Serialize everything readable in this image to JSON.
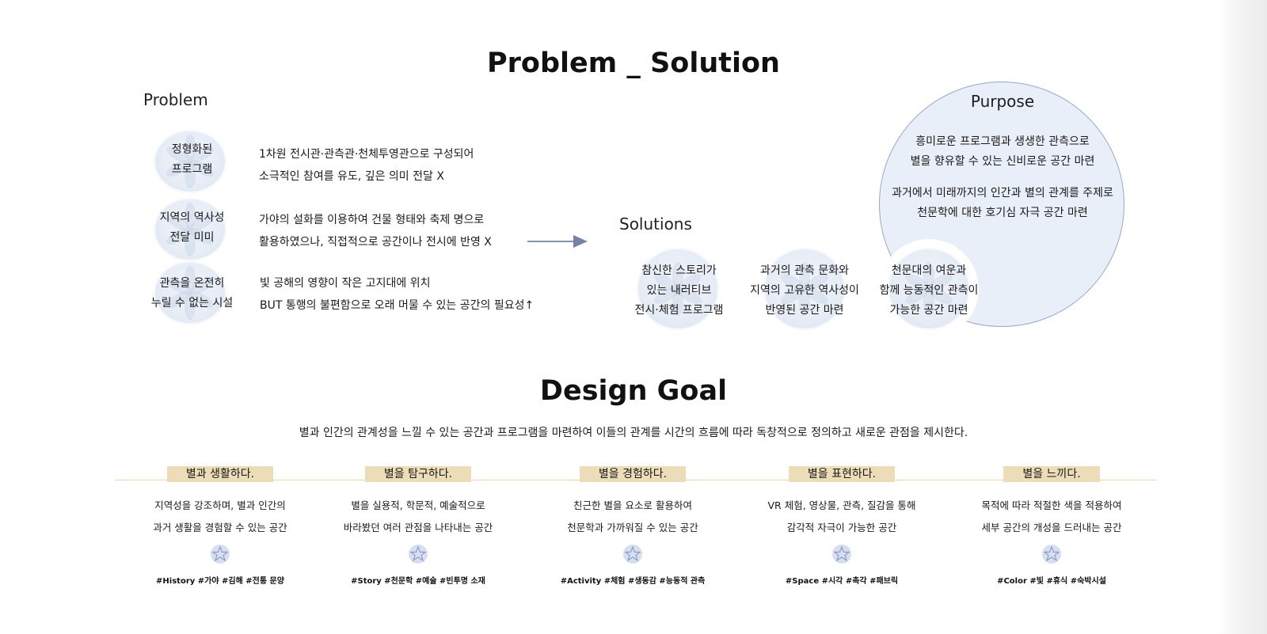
{
  "problem_solution": {
    "title": "Problem _ Solution",
    "problem_label": "Problem",
    "problems": [
      {
        "tag_lines": [
          "정형화된",
          "프로그램"
        ],
        "desc_lines": [
          "1차원 전시관·관측관·천체투영관으로 구성되어",
          "소극적인 참여를 유도, 깊은 의미 전달 X"
        ]
      },
      {
        "tag_lines": [
          "지역의 역사성",
          "전달 미미"
        ],
        "desc_lines": [
          "가야의 설화를 이용하여 건물 형태와 축제 명으로",
          "활용하였으나, 직접적으로 공간이나 전시에 반영 X"
        ]
      },
      {
        "tag_lines": [
          "관측을 온전히",
          "누릴 수 없는 시설"
        ],
        "desc_lines": [
          "빛 공해의 영향이 작은 고지대에 위치",
          "BUT 통행의 불편함으로 오래 머물 수 있는 공간의 필요성↑"
        ]
      }
    ],
    "solutions_label": "Solutions",
    "solutions": [
      {
        "lines": [
          "참신한 스토리가",
          "있는 내러티브",
          "전시·체험 프로그램"
        ]
      },
      {
        "lines": [
          "과거의 관측 문화와",
          "지역의 고유한 역사성이",
          "반영된 공간 마련"
        ]
      },
      {
        "lines": [
          "천문대의 여운과",
          "함께 능동적인 관측이",
          "가능한 공간 마련"
        ]
      }
    ],
    "purpose": {
      "title": "Purpose",
      "lines": [
        "흥미로운 프로그램과 생생한 관측으로",
        "별을 향유할 수 있는 신비로운 공간 마련",
        "과거에서 미래까지의 인간과 별의 관계를 주제로",
        "천문학에 대한 호기심 자극 공간 마련"
      ]
    }
  },
  "design_goal": {
    "title": "Design Goal",
    "subtitle": "별과 인간의 관계성을 느낄 수 있는 공간과 프로그램을 마련하여 이들의 관계를 시간의 흐름에 따라 독창적으로 정의하고 새로운 관점을 제시한다.",
    "goals": [
      {
        "tag": "별과 생활하다.",
        "desc_lines": [
          "지역성을 강조하며, 별과 인간의",
          "과거 생활을 경험할 수 있는 공간"
        ],
        "hashtags": "#History #가야 #김해 #전통 문양"
      },
      {
        "tag": "별을 탐구하다.",
        "desc_lines": [
          "별을 실용적, 학문적, 예술적으로",
          "바라봤던 여러 관점을 나타내는 공간"
        ],
        "hashtags": "#Story #천문학 #예술 #빈투명 소재"
      },
      {
        "tag": "별을 경험하다.",
        "desc_lines": [
          "친근한 별을 요소로 활용하여",
          "천문학과 가까워질 수 있는 공간"
        ],
        "hashtags": "#Activity #체험 #생동감 #능동적 관측"
      },
      {
        "tag": "별을 표현하다.",
        "desc_lines": [
          "VR 체험, 영상물, 관측, 질감을 통해",
          "감각적 자극이 가능한 공간"
        ],
        "hashtags": "#Space #시각 #촉각 #패브릭"
      },
      {
        "tag": "별을 느끼다.",
        "desc_lines": [
          "목적에 따라 적절한 색을 적용하여",
          "세부 공간의 개성을 드러내는 공간"
        ],
        "hashtags": "#Color #빛 #휴식 #숙박시설"
      }
    ]
  },
  "colors": {
    "circle_fill": "#e6ecf5",
    "purpose_fill": "#e9eff8",
    "purpose_border": "#9aa8c4",
    "arrow": "#7584a3",
    "goal_tag": "#ecdcb7",
    "goal_line": "#e7d6b2"
  },
  "icons": {
    "arrow": "arrow-right-icon",
    "goal_mark": "star-icon"
  }
}
